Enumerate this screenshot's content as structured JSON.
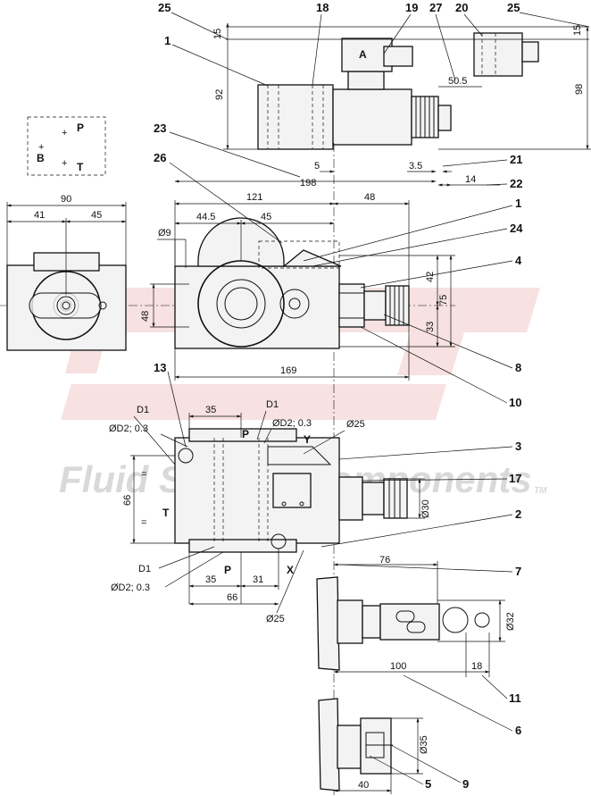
{
  "watermark": {
    "text": "Fluid System Components",
    "tm": "TM",
    "logo_color": "#e9b4b4",
    "text_color": "#d7d7d7"
  },
  "top_view": {
    "port_label_a": "A",
    "dims": {
      "d15_left": "15",
      "d92": "92",
      "d98": "98",
      "d15_right": "15",
      "d50_5": "50.5",
      "d5": "5",
      "d3_5": "3.5",
      "d198": "198",
      "d14": "14"
    }
  },
  "symbol": {
    "p": "P",
    "b": "B",
    "t": "T"
  },
  "left_view": {
    "d90": "90",
    "d41": "41",
    "d45": "45"
  },
  "front_view": {
    "d121": "121",
    "d48_top": "48",
    "d44_5": "44.5",
    "d45": "45",
    "d9": "Ø9",
    "d48_side": "48",
    "d42": "42",
    "d75": "75",
    "d33": "33",
    "d169": "169"
  },
  "port_view": {
    "d1_a": "D1",
    "d1_b": "D1",
    "d1_c": "D1",
    "d2_a": "ØD2; 0.3",
    "d2_b": "ØD2; 0.3",
    "d2_c": "ØD2; 0.3",
    "d35_top": "35",
    "d25_top": "Ø25",
    "p_top": "P",
    "y": "Y",
    "eq1": "=",
    "eq2": "=",
    "d66_left": "66",
    "t": "T",
    "d30": "Ø30",
    "p_bottom": "P",
    "x": "X",
    "d35_bottom": "35",
    "d31": "31",
    "d66_bottom": "66",
    "d25_bottom": "Ø25"
  },
  "handle_view": {
    "d76": "76",
    "d32": "Ø32",
    "d100": "100",
    "d18": "18"
  },
  "knob_view": {
    "d35": "Ø35",
    "d40": "40"
  },
  "callouts": {
    "c25_left": "25",
    "c18": "18",
    "c19": "19",
    "c27": "27",
    "c20": "20",
    "c25_right": "25",
    "c1_top": "1",
    "c23": "23",
    "c26": "26",
    "c21": "21",
    "c22": "22",
    "c1_mid": "1",
    "c24": "24",
    "c4": "4",
    "c8": "8",
    "c13": "13",
    "c10": "10",
    "c3": "3",
    "c17": "17",
    "c2": "2",
    "c7": "7",
    "c11": "11",
    "c6": "6",
    "c5": "5",
    "c9": "9"
  }
}
